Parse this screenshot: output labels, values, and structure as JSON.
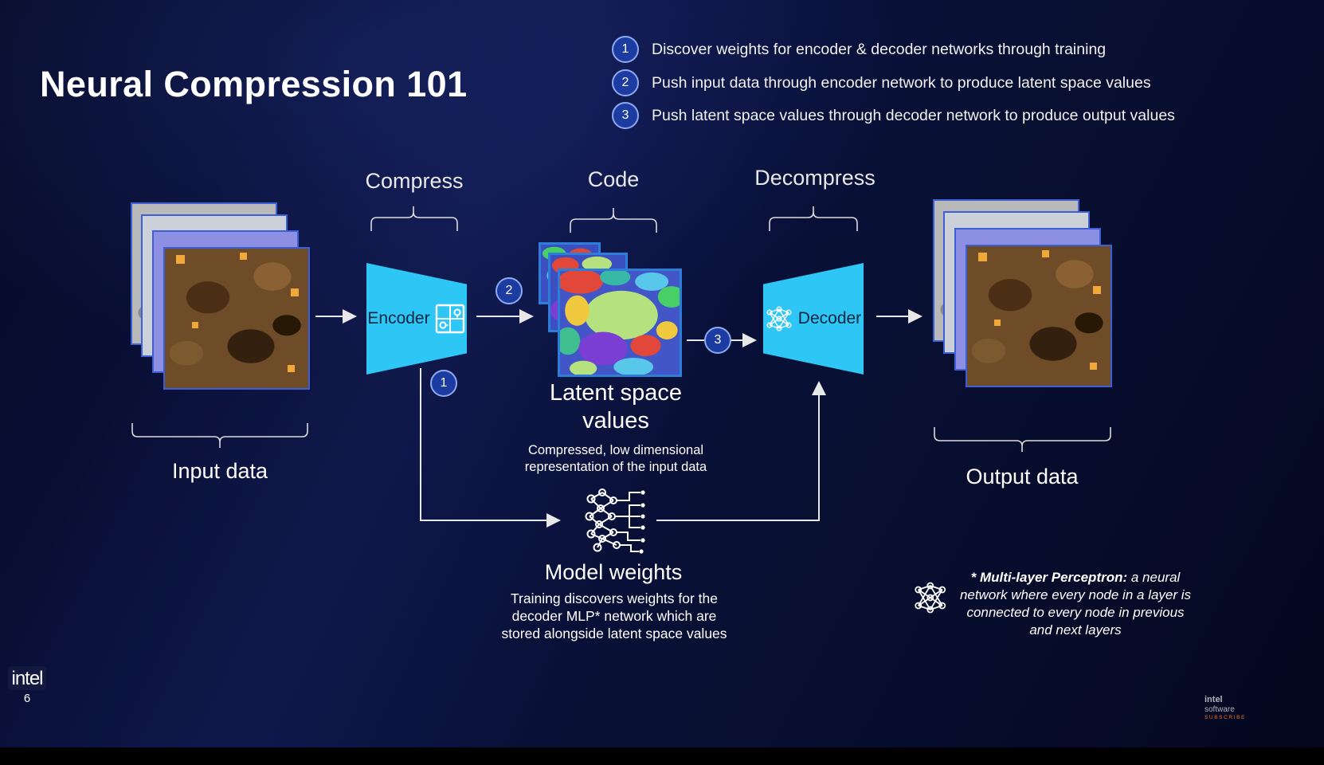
{
  "slide": {
    "title": "Neural Compression 101",
    "number": "6"
  },
  "steps": [
    {
      "num": "1",
      "text": "Discover weights for encoder & decoder networks through training"
    },
    {
      "num": "2",
      "text": "Push input data through encoder network to produce latent space values"
    },
    {
      "num": "3",
      "text": "Push latent space values through decoder network to produce output values"
    }
  ],
  "stages": {
    "compress": "Compress",
    "code": "Code",
    "decompress": "Decompress"
  },
  "nodes": {
    "encoder": "Encoder",
    "decoder": "Decoder",
    "input": "Input data",
    "output": "Output data"
  },
  "badges": {
    "one": "1",
    "two": "2",
    "three": "3"
  },
  "latent": {
    "title": "Latent space values",
    "desc": "Compressed, low dimensional representation of the input data"
  },
  "model_weights": {
    "title": "Model weights",
    "desc": "Training discovers weights for the decoder MLP* network which are stored alongside latent space values"
  },
  "footnote": {
    "term": "* Multi-layer Perceptron:",
    "text": " a neural network where every node in a layer is connected to every node in previous and next layers"
  },
  "branding": {
    "intel_logo": "intel",
    "watermark_line1": "intel",
    "watermark_line2": "software",
    "watermark_line3": "SUBSCRIBE"
  },
  "colors": {
    "accent_cyan": "#2ec6f5",
    "badge_fill": "#1c3ca2",
    "badge_ring": "#8ea9f0",
    "image_border_blue": "#3c5fd8",
    "latent_border_blue": "#2d7ed8",
    "background_navy": "#0a1140",
    "orange_spot": "#f1a83a"
  }
}
